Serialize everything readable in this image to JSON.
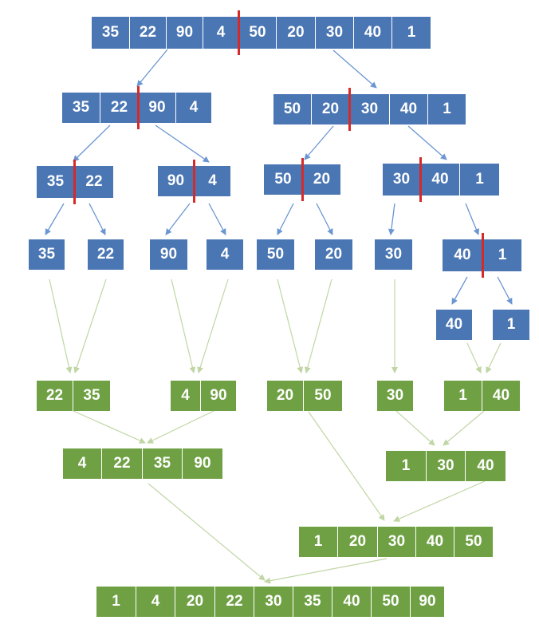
{
  "colors": {
    "split_box": "#4a76b4",
    "merge_box": "#6fa144",
    "split_arrow": "#6a96d2",
    "merge_arrow": "#c0d6a4",
    "divider": "#d42a2a"
  },
  "split": {
    "level0": [
      [
        "35",
        "22",
        "90",
        "4",
        "50",
        "20",
        "30",
        "40",
        "1"
      ]
    ],
    "level1": [
      [
        "35",
        "22",
        "90",
        "4"
      ],
      [
        "50",
        "20",
        "30",
        "40",
        "1"
      ]
    ],
    "level2": [
      [
        "35",
        "22"
      ],
      [
        "90",
        "4"
      ],
      [
        "50",
        "20"
      ],
      [
        "30",
        "40",
        "1"
      ]
    ],
    "level3": [
      [
        "35"
      ],
      [
        "22"
      ],
      [
        "90"
      ],
      [
        "4"
      ],
      [
        "50"
      ],
      [
        "20"
      ],
      [
        "30"
      ],
      [
        "40",
        "1"
      ]
    ],
    "level4": [
      [
        "40"
      ],
      [
        "1"
      ]
    ]
  },
  "merge": {
    "level1": [
      [
        "22",
        "35"
      ],
      [
        "4",
        "90"
      ],
      [
        "20",
        "50"
      ],
      [
        "30"
      ],
      [
        "1",
        "40"
      ]
    ],
    "level2": [
      [
        "4",
        "22",
        "35",
        "90"
      ],
      [
        "1",
        "30",
        "40"
      ]
    ],
    "level3": [
      [
        "1",
        "20",
        "30",
        "40",
        "50"
      ]
    ],
    "level4": [
      [
        "1",
        "4",
        "20",
        "22",
        "30",
        "35",
        "40",
        "50",
        "90"
      ]
    ]
  }
}
